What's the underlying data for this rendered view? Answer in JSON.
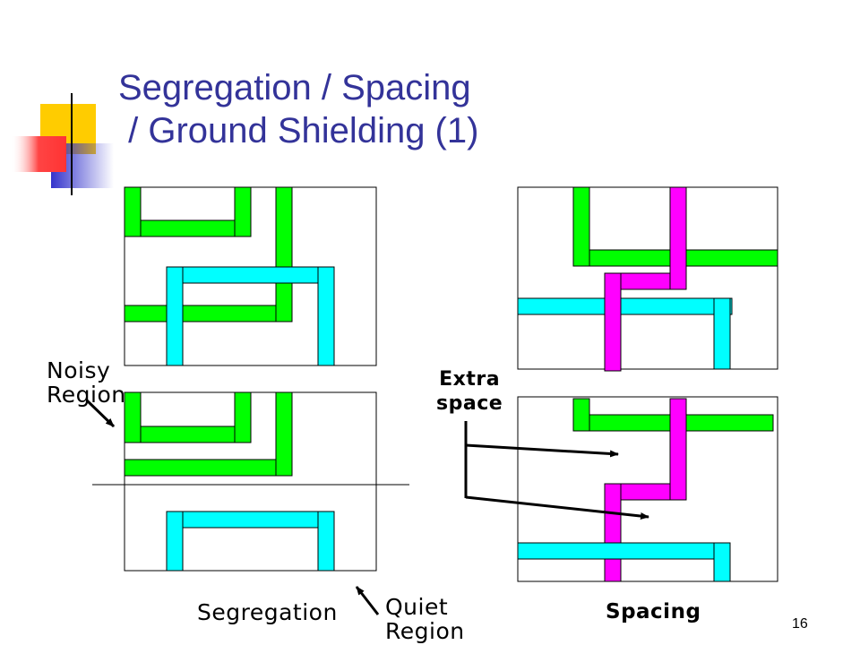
{
  "slide": {
    "title_line1": "Segregation / Spacing",
    "title_line2": " / Ground Shielding (1)",
    "page_number": "16"
  },
  "labels": {
    "noisy_line1": "Noisy",
    "noisy_line2": "Region",
    "extra_line1": "Extra",
    "extra_line2": "space",
    "quiet_line1": "Quiet",
    "quiet_line2": "Region",
    "segregation": "Segregation",
    "spacing": "Spacing"
  },
  "colors": {
    "title": "#333399",
    "green_wire": "#00ff00",
    "cyan_wire": "#00ffff",
    "magenta_wire": "#ff00ff",
    "deco_yellow": "#ffcc00",
    "deco_blue": "#3333cc",
    "deco_red": "#ff3333"
  }
}
